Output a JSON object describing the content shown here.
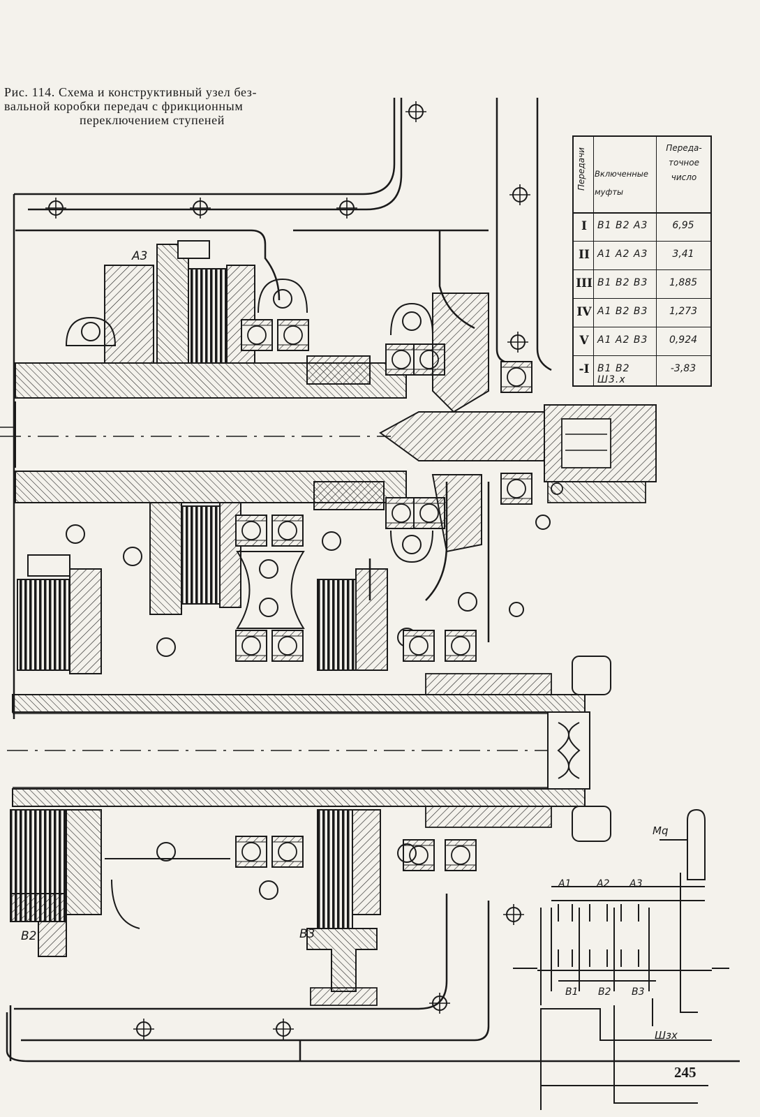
{
  "caption": {
    "line1": "Рис. 114. Схема и конструктивный узел без-",
    "line2": "вальной коробки передач с фрикционным",
    "line3": "переключением ступеней"
  },
  "table": {
    "header_gear": "Передачи",
    "header_clutches": "Включенные муфты",
    "header_ratio": "Переда- точное число",
    "rows": [
      {
        "gear": "I",
        "clutches": "B1 B2 A3",
        "ratio": "6,95"
      },
      {
        "gear": "II",
        "clutches": "A1 A2 A3",
        "ratio": "3,41"
      },
      {
        "gear": "III",
        "clutches": "B1 B2 B3",
        "ratio": "1,885"
      },
      {
        "gear": "IV",
        "clutches": "A1 B2 B3",
        "ratio": "1,273"
      },
      {
        "gear": "V",
        "clutches": "A1 A2 B3",
        "ratio": "0,924"
      },
      {
        "gear": "-I",
        "clutches": "B1 B2 Ш3.х",
        "ratio": "-3,83"
      }
    ]
  },
  "labels": {
    "a3": "A3",
    "b2": "B2",
    "b3": "B3",
    "schema": {
      "a1": "A1",
      "a2": "A2",
      "a3": "A3",
      "b1": "B1",
      "b2": "B2",
      "b3": "B3",
      "m": "Mq",
      "sh": "Шзх"
    }
  },
  "page_number": "245",
  "colors": {
    "ink": "#1a1a1a",
    "paper": "#f4f2ec"
  }
}
